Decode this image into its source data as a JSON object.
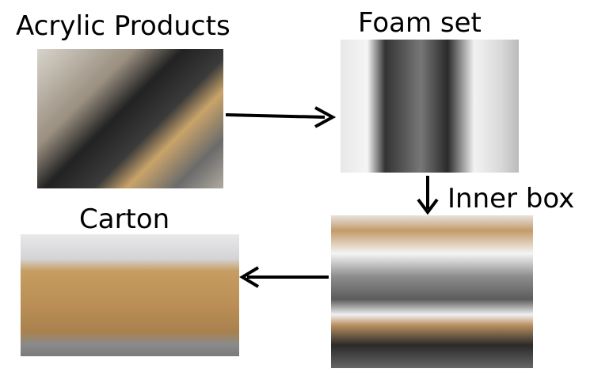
{
  "steps": [
    {
      "label": "Acrylic Products"
    },
    {
      "label": "Foam set"
    },
    {
      "label": "Inner box"
    },
    {
      "label": "Carton"
    }
  ]
}
